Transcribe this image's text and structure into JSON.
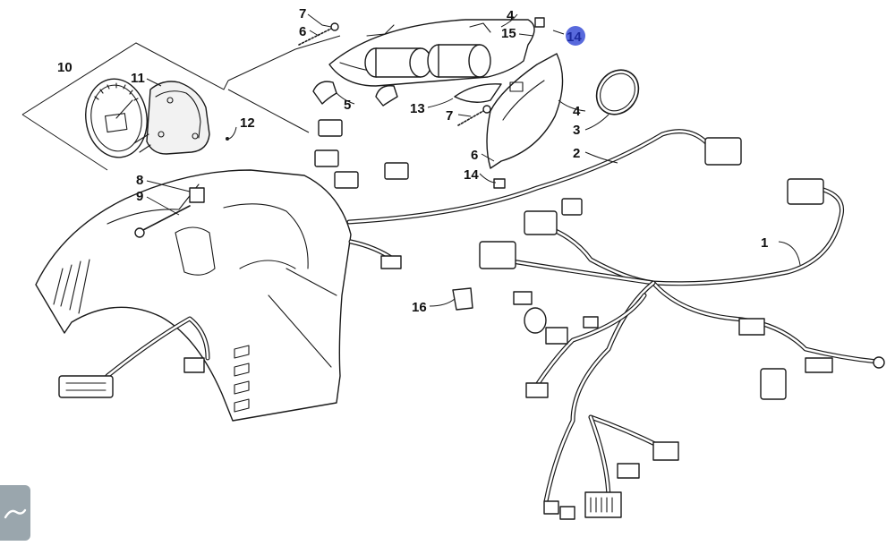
{
  "callouts": {
    "c1": "1",
    "c2": "2",
    "c3": "3",
    "c4a": "4",
    "c4b": "4",
    "c5": "5",
    "c6a": "6",
    "c6b": "6",
    "c7a": "7",
    "c7b": "7",
    "c8": "8",
    "c9": "9",
    "c10": "10",
    "c11": "11",
    "c12": "12",
    "c13": "13",
    "c14a": "14",
    "c14b": "14",
    "c15": "15",
    "c16": "16"
  },
  "highlight": {
    "callout": "14",
    "color": "#3b4fd6"
  },
  "icons": {
    "corner_widget": "collapse-chevron-icon"
  }
}
